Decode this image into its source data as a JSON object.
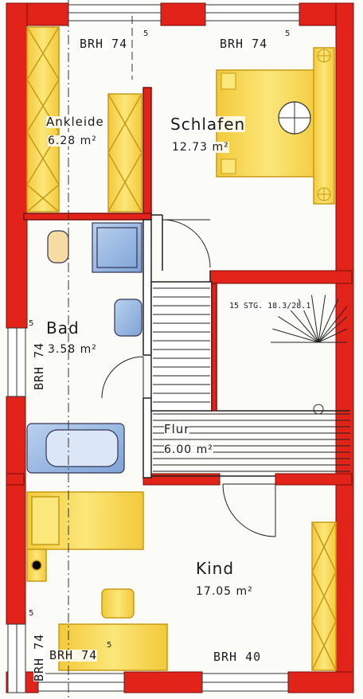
{
  "rooms": {
    "ankleide": {
      "name": "Ankleide",
      "area": "6.28 m²"
    },
    "schlafen": {
      "name": "Schlafen",
      "area": "12.73 m²"
    },
    "bad": {
      "name": "Bad",
      "area": "3.58 m²"
    },
    "flur": {
      "name": "Flur",
      "area": "6.00 m²"
    },
    "kind": {
      "name": "Kind",
      "area": "17.05 m²"
    }
  },
  "windows": {
    "top_left": {
      "label": "BRH 74",
      "sup": "5"
    },
    "top_right": {
      "label": "BRH 74",
      "sup": "5"
    },
    "bad_side": {
      "label": "BRH 74",
      "sup": "5"
    },
    "kind_side": {
      "label": "BRH 74",
      "sup": "5"
    },
    "kind_bottom_left": {
      "label": "BRH 74",
      "sup": "5"
    },
    "kind_bottom_right": {
      "label": "BRH 40"
    }
  },
  "stairs": {
    "label": "15 STG. 18.3/28.1"
  },
  "colors": {
    "wall": "#e2231a",
    "wall_edge": "#7a0e0a",
    "furniture": "#f7df5a",
    "furniture_edge": "#c79a16",
    "sanitary": "#9fbde3",
    "line": "#222222"
  }
}
